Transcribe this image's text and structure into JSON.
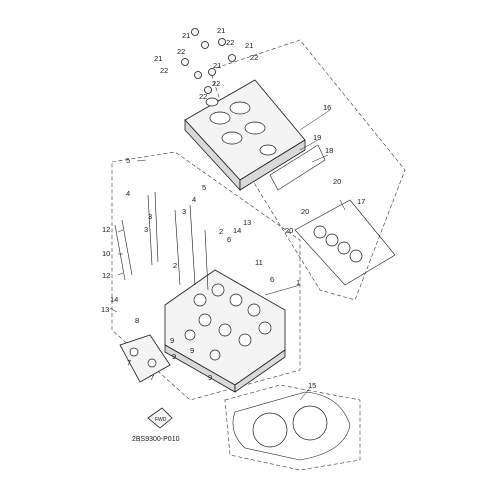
{
  "diagram_code": "2BS9300-P010",
  "direction_arrow_text": "FWD",
  "callouts": {
    "c1": "1",
    "c2a": "2",
    "c2b": "2",
    "c3a": "3",
    "c3b": "3",
    "c3c": "3",
    "c4a": "4",
    "c4b": "4",
    "c5a": "5",
    "c5b": "5",
    "c6a": "6",
    "c6b": "6",
    "c7a": "7",
    "c7b": "7",
    "c8": "8",
    "c9a": "9",
    "c9b": "9",
    "c9c": "9",
    "c9d": "9",
    "c10": "10",
    "c11": "11",
    "c12a": "12",
    "c12b": "12",
    "c13a": "13",
    "c13b": "13",
    "c14a": "14",
    "c14b": "14",
    "c15": "15",
    "c16": "16",
    "c17": "17",
    "c18": "18",
    "c19": "19",
    "c20a": "20",
    "c20b": "20",
    "c20c": "20",
    "c21a": "21",
    "c21b": "21",
    "c21c": "21",
    "c21d": "21",
    "c21e": "21",
    "c22a": "22",
    "c22b": "22",
    "c22c": "22",
    "c22d": "22",
    "c22e": "22",
    "c22f": "22"
  }
}
